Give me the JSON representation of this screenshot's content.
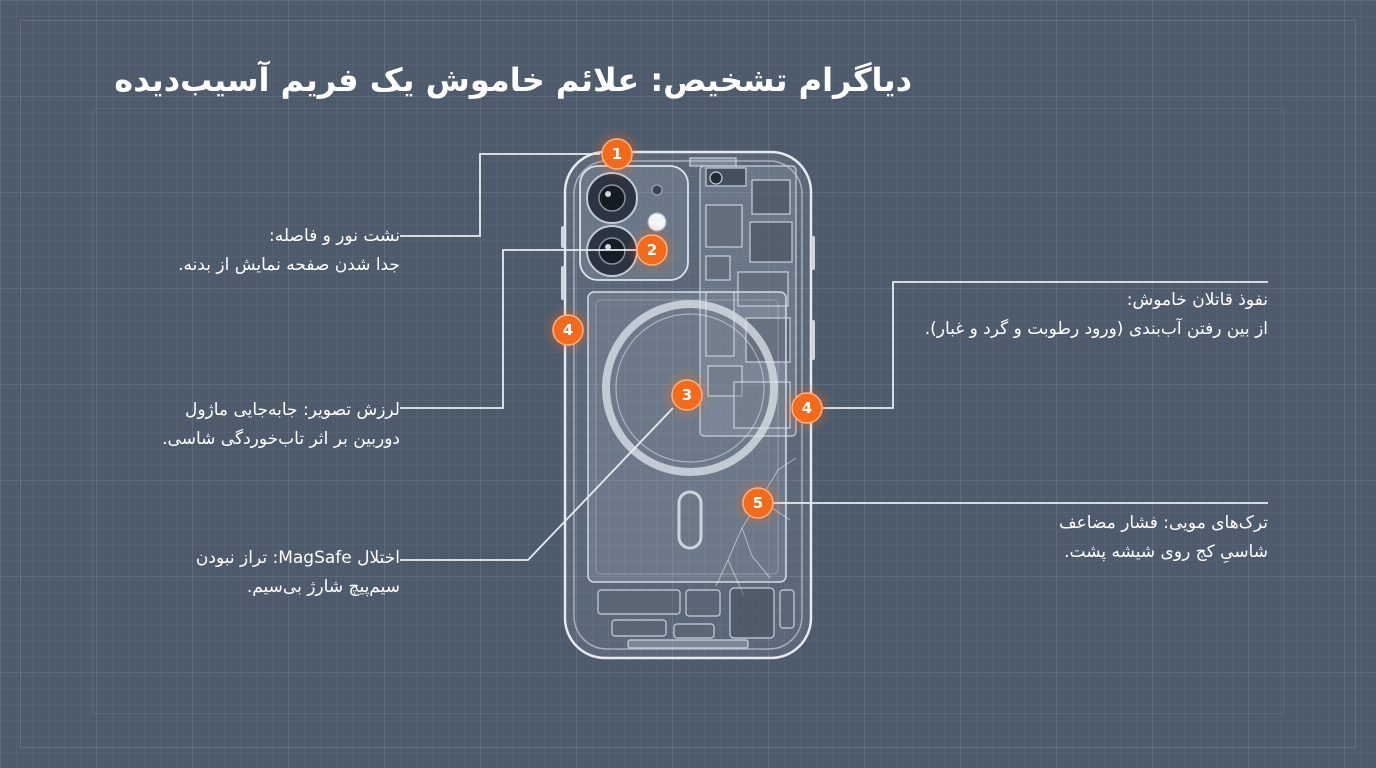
{
  "title": "دیاگرام تشخیص: علائم خاموش یک فریم آسیب‌دیده",
  "annotations": [
    {
      "number": "1",
      "heading": "نشت نور و فاصله:",
      "body": "جدا شدن صفحه نمایش از بدنه."
    },
    {
      "number": "2",
      "heading": "لرزش تصویر: جابه‌جایی ماژول",
      "body": "دوربین بر اثر تاب‌خوردگی شاسی."
    },
    {
      "number": "3",
      "heading": "اختلال MagSafe: تراز نبودن",
      "body": "سیم‌پیچ شارژ بی‌سیم."
    },
    {
      "number": "4",
      "heading": "نفوذ قاتلان خاموش:",
      "body": "از بین رفتن آب‌بندی (ورود رطوبت و گرد و غبار)."
    },
    {
      "number": "5",
      "heading": "ترک‌های مویی: فشار مضاعف",
      "body": "شاسیِ کج روی شیشه پشت."
    }
  ],
  "colors": {
    "background": "#4d5b6c",
    "badge": "#f26a1b",
    "line": "#e8ecf0",
    "phone_outline": "#e6eaef"
  }
}
